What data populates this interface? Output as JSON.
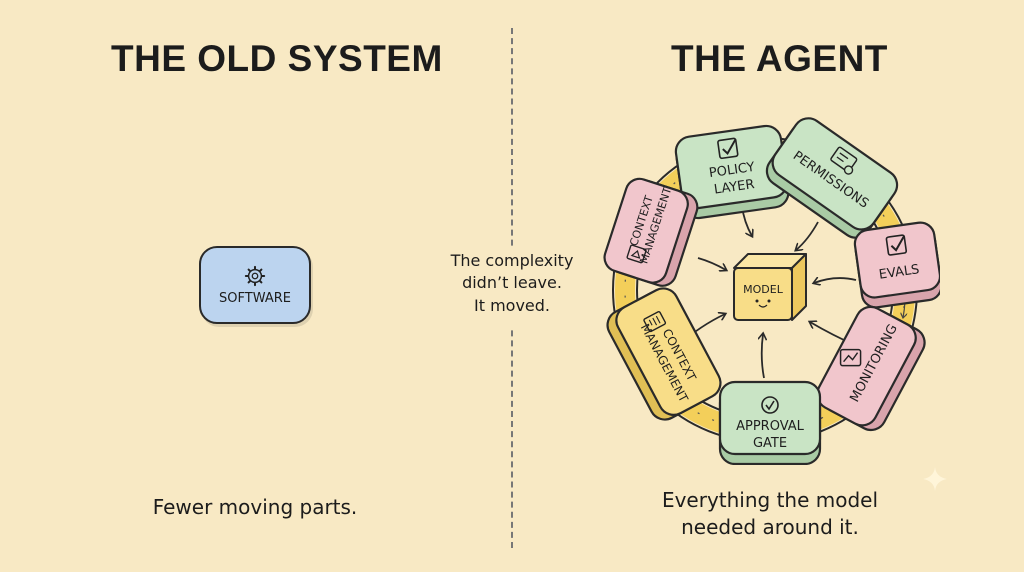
{
  "left": {
    "heading": "THE OLD SYSTEM",
    "box_label": "SOFTWARE",
    "box_icon": "gear-icon",
    "caption": "Fewer moving parts."
  },
  "center_note": [
    "The complexity",
    "didn’t leave.",
    "It moved."
  ],
  "right": {
    "heading": "THE AGENT",
    "center_label": "MODEL",
    "caption_lines": [
      "Everything the model",
      "needed around it."
    ],
    "nodes": [
      {
        "id": "policy",
        "lines": [
          "POLICY",
          "LAYER"
        ],
        "icon": "checkbox-icon",
        "color": "#c9e4c5"
      },
      {
        "id": "permissions",
        "lines": [
          "PERMISSIONS"
        ],
        "icon": "id-card-gear-icon",
        "color": "#c9e4c5"
      },
      {
        "id": "evals",
        "lines": [
          "EVALS"
        ],
        "icon": "checkbox-icon",
        "color": "#f1c6cc"
      },
      {
        "id": "monitoring",
        "lines": [
          "MONITORING"
        ],
        "icon": "chart-monitor-icon",
        "color": "#f1c6cc"
      },
      {
        "id": "approval",
        "lines": [
          "APPROVAL",
          "GATE"
        ],
        "icon": "check-circle-icon",
        "color": "#c9e4c5"
      },
      {
        "id": "context-lower",
        "lines": [
          "CONTEXT",
          "MANAGEMENT"
        ],
        "icon": "document-icon",
        "color": "#f8dd88"
      },
      {
        "id": "context-upper",
        "lines": [
          "CONTEXT",
          "MANAGEMENT"
        ],
        "icon": "triangle-doc-icon",
        "color": "#f1c6cc"
      }
    ],
    "colors": {
      "ring": "#f3cf5a",
      "model": "#f8dd88",
      "outline": "#2a2a2a"
    }
  }
}
